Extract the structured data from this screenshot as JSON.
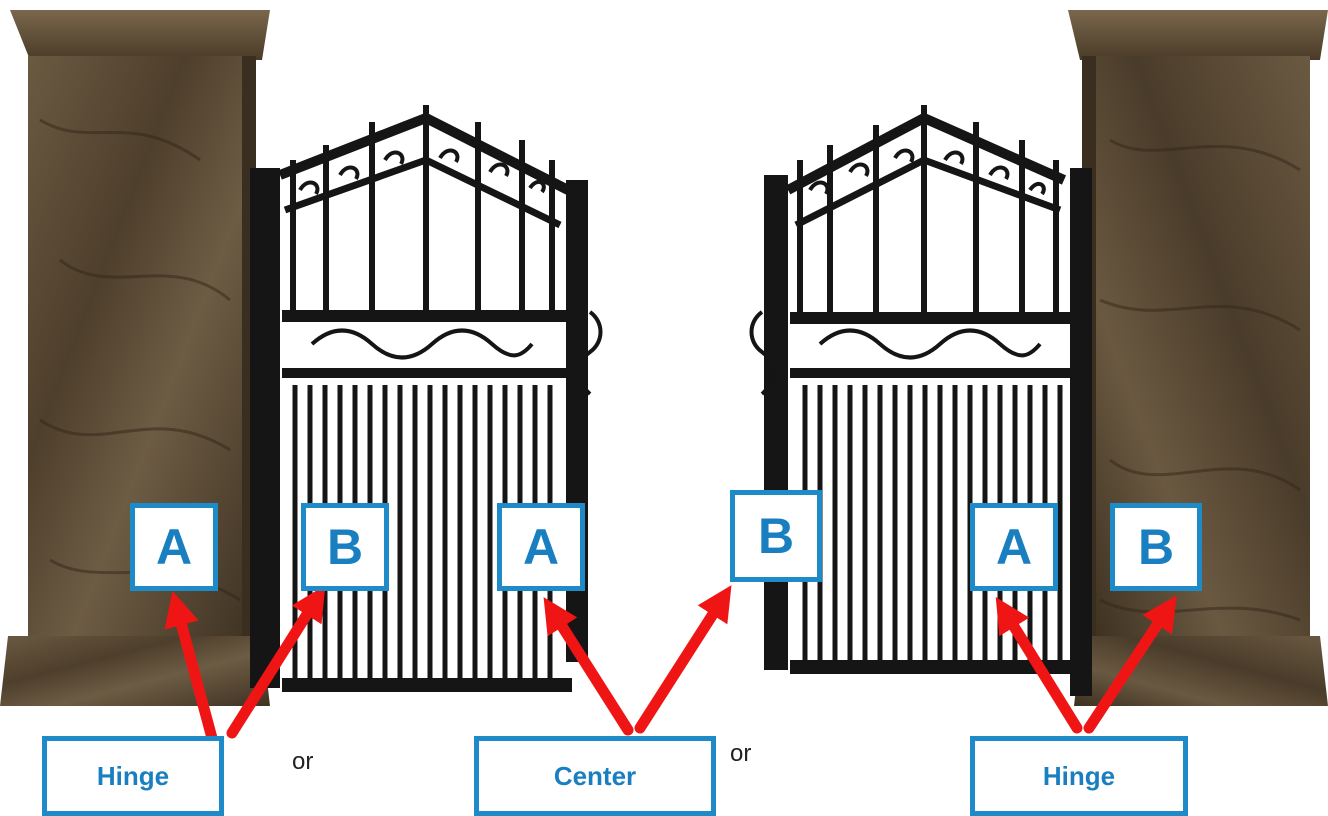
{
  "colors": {
    "box_border": "#1f8ac8",
    "box_text": "#1a7fc0",
    "arrow": "#f01515",
    "gate_iron": "#151515",
    "pillar_stone": "#5a4a36"
  },
  "markers": {
    "left_a": "A",
    "left_b": "B",
    "center_a": "A",
    "center_b": "B",
    "right_a": "A",
    "right_b": "B"
  },
  "labels": {
    "left_hinge": "Hinge",
    "center": "Center",
    "right_hinge": "Hinge",
    "or_1": "or",
    "or_2": "or"
  }
}
